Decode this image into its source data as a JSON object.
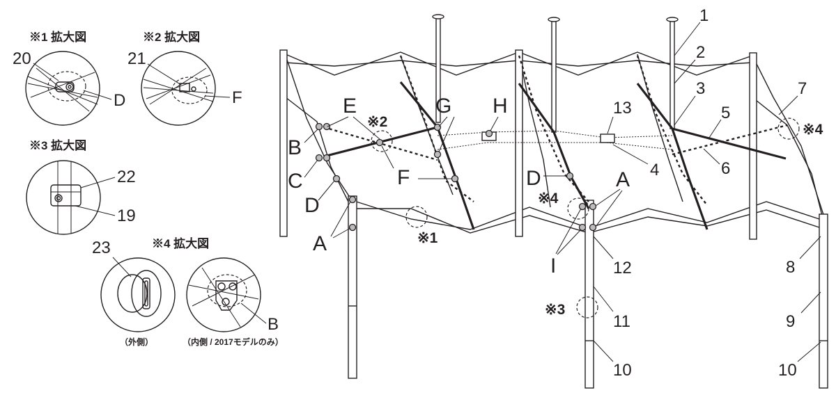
{
  "detail_views": {
    "d1": {
      "title": "※1 拡大図",
      "labels": [
        "20",
        "D"
      ]
    },
    "d2": {
      "title": "※2 拡大図",
      "labels": [
        "21",
        "F"
      ]
    },
    "d3": {
      "title": "※3 拡大図",
      "labels": [
        "22",
        "19"
      ]
    },
    "d4": {
      "title": "※4 拡大図",
      "labels": [
        "23",
        "B"
      ],
      "caption_outer": "（外側）",
      "caption_inner": "（内側 / 2017モデルのみ）"
    }
  },
  "callouts": {
    "m1": "※1",
    "m2": "※2",
    "m3": "※3",
    "m4a": "※4",
    "m4b": "※4"
  },
  "letters": {
    "A1": "A",
    "A2": "A",
    "B": "B",
    "C": "C",
    "D1": "D",
    "D2": "D",
    "E": "E",
    "F": "F",
    "G": "G",
    "H": "H",
    "I": "I"
  },
  "numbers": {
    "n1": "1",
    "n2": "2",
    "n3": "3",
    "n4": "4",
    "n5": "5",
    "n6": "6",
    "n7": "7",
    "n8": "8",
    "n9": "9",
    "n10a": "10",
    "n10b": "10",
    "n11": "11",
    "n12": "12",
    "n13": "13"
  }
}
